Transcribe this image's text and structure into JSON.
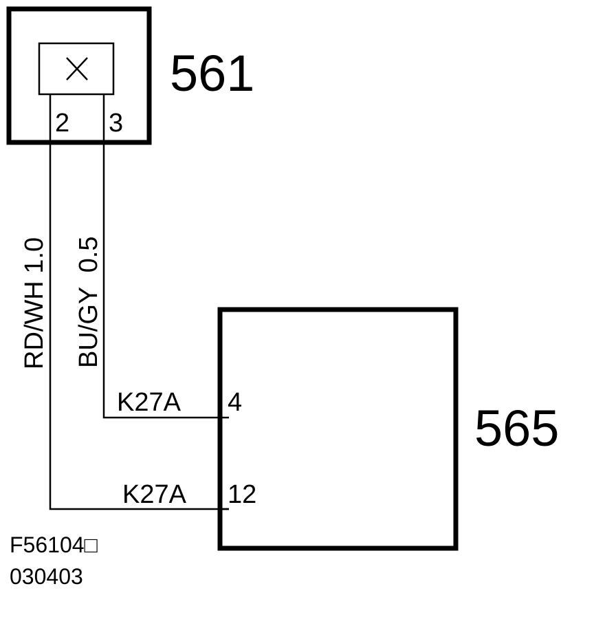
{
  "components": {
    "c561": {
      "number": "561",
      "pins": {
        "a": "2",
        "b": "3"
      }
    },
    "c565": {
      "number": "565",
      "pins": {
        "a": "4",
        "b": "12"
      }
    }
  },
  "wires": {
    "w1": {
      "label": "RD/WH 1.0",
      "circuit": "K27A"
    },
    "w2": {
      "label": "BU/GY  0.5",
      "circuit": "K27A"
    }
  },
  "reference": {
    "code": "F56104□",
    "date": "030403"
  },
  "colors": {
    "ink": "#000000",
    "background": "#ffffff"
  },
  "icons": {
    "fuse_symbol": "x-cross-icon"
  }
}
